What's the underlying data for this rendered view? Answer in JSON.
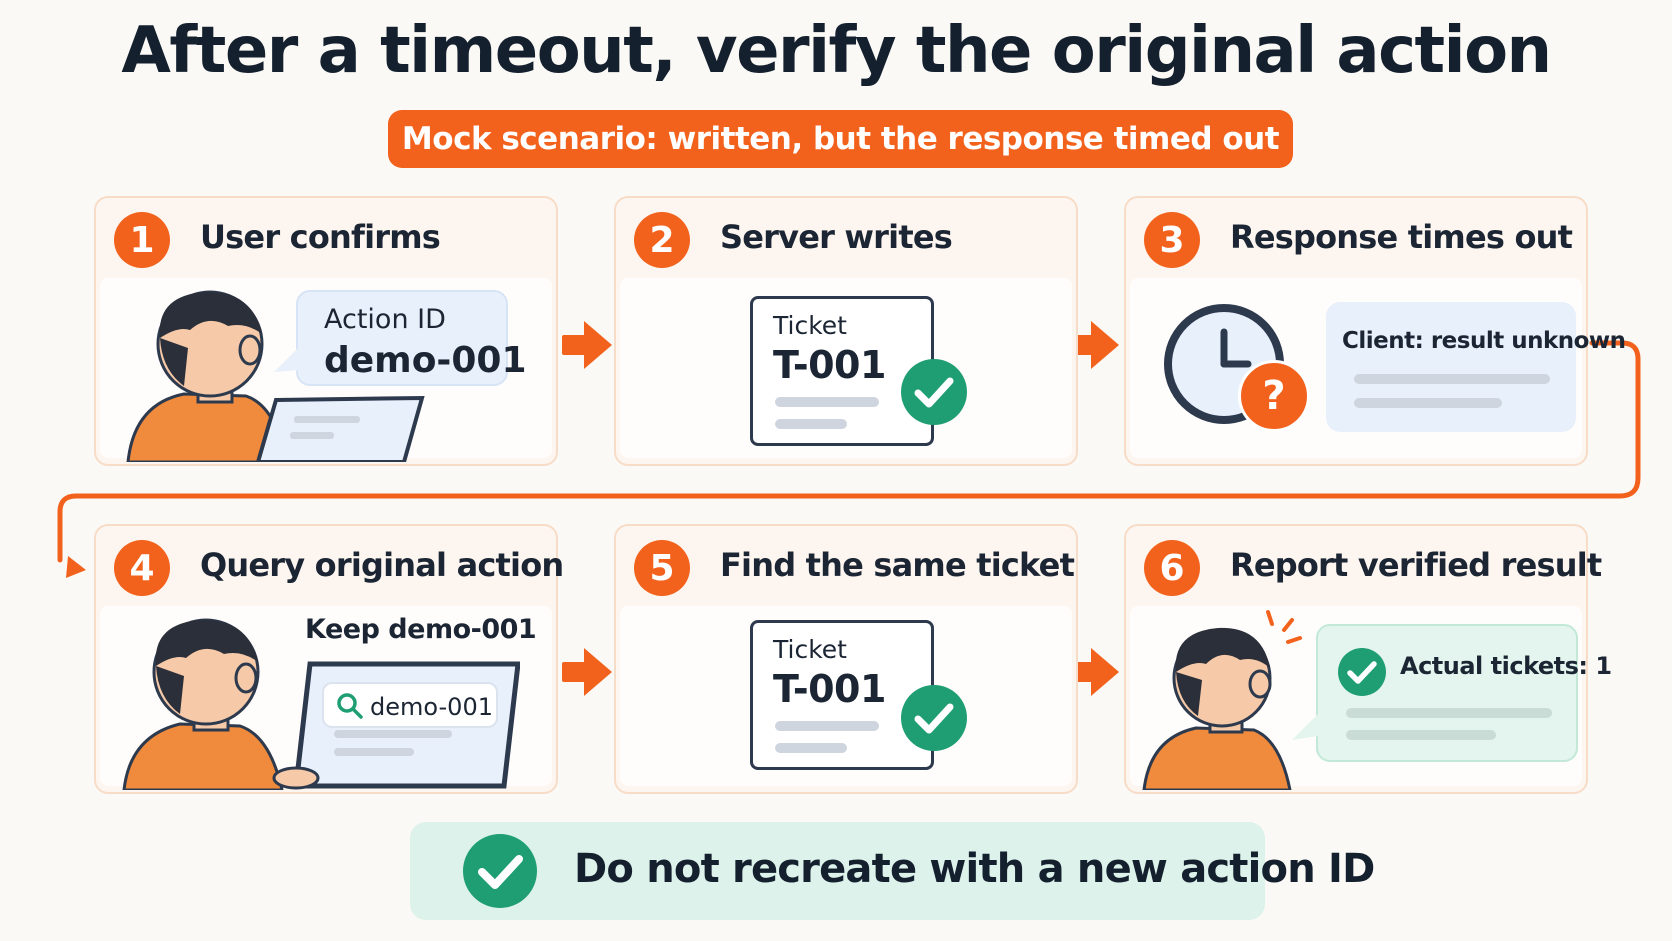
{
  "title": "After a timeout, verify the original action",
  "subtitle": "Mock scenario: written, but the response timed out",
  "steps": [
    {
      "number": "1",
      "label": "User confirms",
      "bubble_small": "Action ID",
      "bubble_big": "demo-001"
    },
    {
      "number": "2",
      "label": "Server writes",
      "ticket_label": "Ticket",
      "ticket_id": "T-001"
    },
    {
      "number": "3",
      "label": "Response times out",
      "info_text": "Client: result unknown",
      "badge_symbol": "?"
    },
    {
      "number": "4",
      "label": "Query original action",
      "keep_text": "Keep demo-001",
      "search_text": "demo-001"
    },
    {
      "number": "5",
      "label": "Find the same ticket",
      "ticket_label": "Ticket",
      "ticket_id": "T-001"
    },
    {
      "number": "6",
      "label": "Report verified result",
      "result_text": "Actual tickets: 1"
    }
  ],
  "footer": "Do not recreate with a new action ID",
  "colors": {
    "accent": "#f2621c",
    "check_green": "#1f9e74",
    "banner_green": "#dcf2ea",
    "dark_text": "#14202e"
  }
}
